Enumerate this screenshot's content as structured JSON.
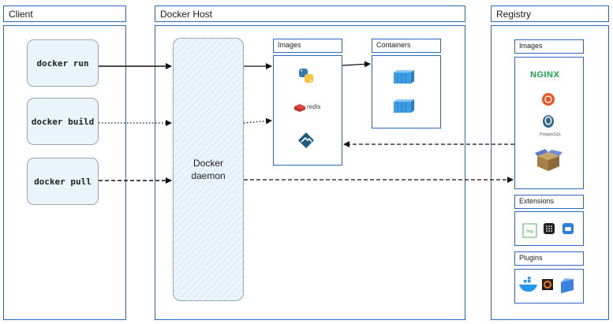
{
  "client": {
    "title": "Client",
    "commands": [
      "docker run",
      "docker build",
      "docker pull"
    ]
  },
  "host": {
    "title": "Docker Host",
    "daemon": {
      "line1": "Docker",
      "line2": "daemon"
    },
    "images_title": "Images",
    "containers_title": "Containers",
    "image_icons": [
      "python-icon",
      "redis-icon",
      "alpine-icon"
    ],
    "redis_label": "redis",
    "container_icons": [
      "container-icon",
      "container-icon"
    ]
  },
  "registry": {
    "title": "Registry",
    "images_title": "Images",
    "extensions_title": "Extensions",
    "plugins_title": "Plugins",
    "nginx_label": "NGINX",
    "postgres_label": "PostgreSQL",
    "image_icons": [
      "nginx-logo",
      "ubuntu-icon",
      "postgresql-icon",
      "package-box-icon"
    ],
    "extension_icons": [
      "jfrog-icon",
      "grid-app-icon",
      "cloud-tool-icon"
    ],
    "plugin_icons": [
      "docker-whale-icon",
      "grafana-icon",
      "storage-icon"
    ]
  },
  "colors": {
    "border": "#2a67c6",
    "command_fill": "#e9f4fb",
    "container": "#3d9ee6",
    "nginx": "#1aa34a"
  }
}
